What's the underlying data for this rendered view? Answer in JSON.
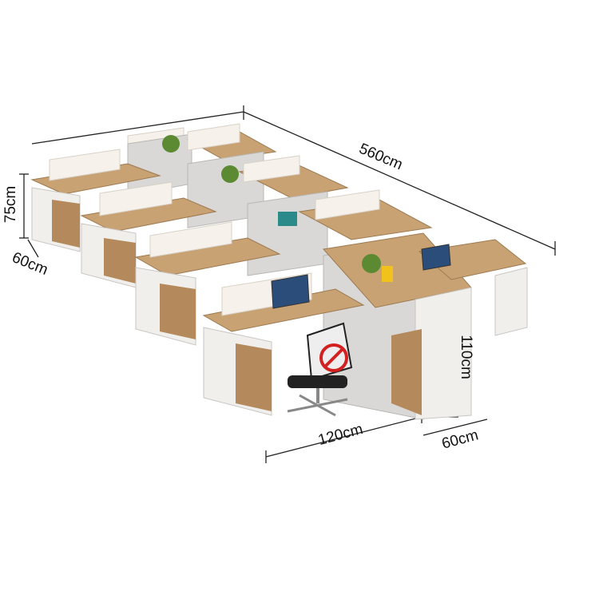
{
  "product": {
    "dimensions": {
      "total_length": "560cm",
      "desk_height": "75cm",
      "desk_depth": "60cm",
      "desk_width": "120cm",
      "cabinet_height": "110cm",
      "cabinet_depth": "60cm"
    },
    "colors": {
      "wood": "#c9a274",
      "panel": "#f1efec",
      "cabinet": "#d9d8d6",
      "no_sign": "#d32020"
    }
  }
}
